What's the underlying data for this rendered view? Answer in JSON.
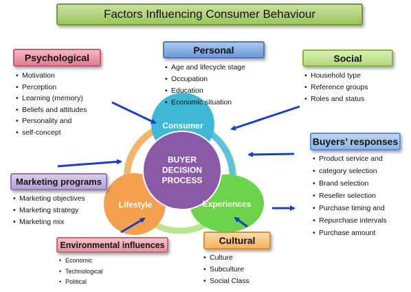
{
  "title": "Factors Influencing Consumer Behaviour",
  "center": {
    "line1": "BUYER",
    "line2": "DECISION",
    "line3": "PROCESS"
  },
  "circles": {
    "consumer": "Consumer",
    "lifestyle": "Lifestyle",
    "experiences": "Experiences"
  },
  "psychological": {
    "label": "Psychological",
    "items": [
      "Motivation",
      "Perception",
      "Learning (memory)",
      "Beliefs and attitudes",
      "Personality and",
      "self-concept"
    ]
  },
  "personal": {
    "label": "Personal",
    "items": [
      "Age and lifecycle stage",
      "Occupation",
      "Education",
      "Economic situation"
    ]
  },
  "social": {
    "label": "Social",
    "items": [
      "Household type",
      "Reference groups",
      "Roles and status"
    ]
  },
  "buyers_responses": {
    "label": "Buyers’ responses",
    "items": [
      "Product service and",
      "category selection",
      "Brand selection",
      "Reseller selection",
      "Purchase timing and",
      "Repurchase intervals",
      "Purchase amount"
    ]
  },
  "marketing_programs": {
    "label": "Marketing programs",
    "items": [
      "Marketing objectives",
      "Marketing strategy",
      "Marketing mix"
    ]
  },
  "environmental": {
    "label": "Environmental influences",
    "items": [
      "Economic",
      "Technological",
      "Political"
    ]
  },
  "cultural": {
    "label": "Cultural",
    "items": [
      "Culture",
      "Subculture",
      "Social Class"
    ]
  },
  "colors": {
    "consumer": "#3fb8d6",
    "lifestyle": "#f5a04e",
    "experiences": "#6cd44a",
    "center": "#8a5aa6",
    "arrow": "#1a3fc7"
  }
}
